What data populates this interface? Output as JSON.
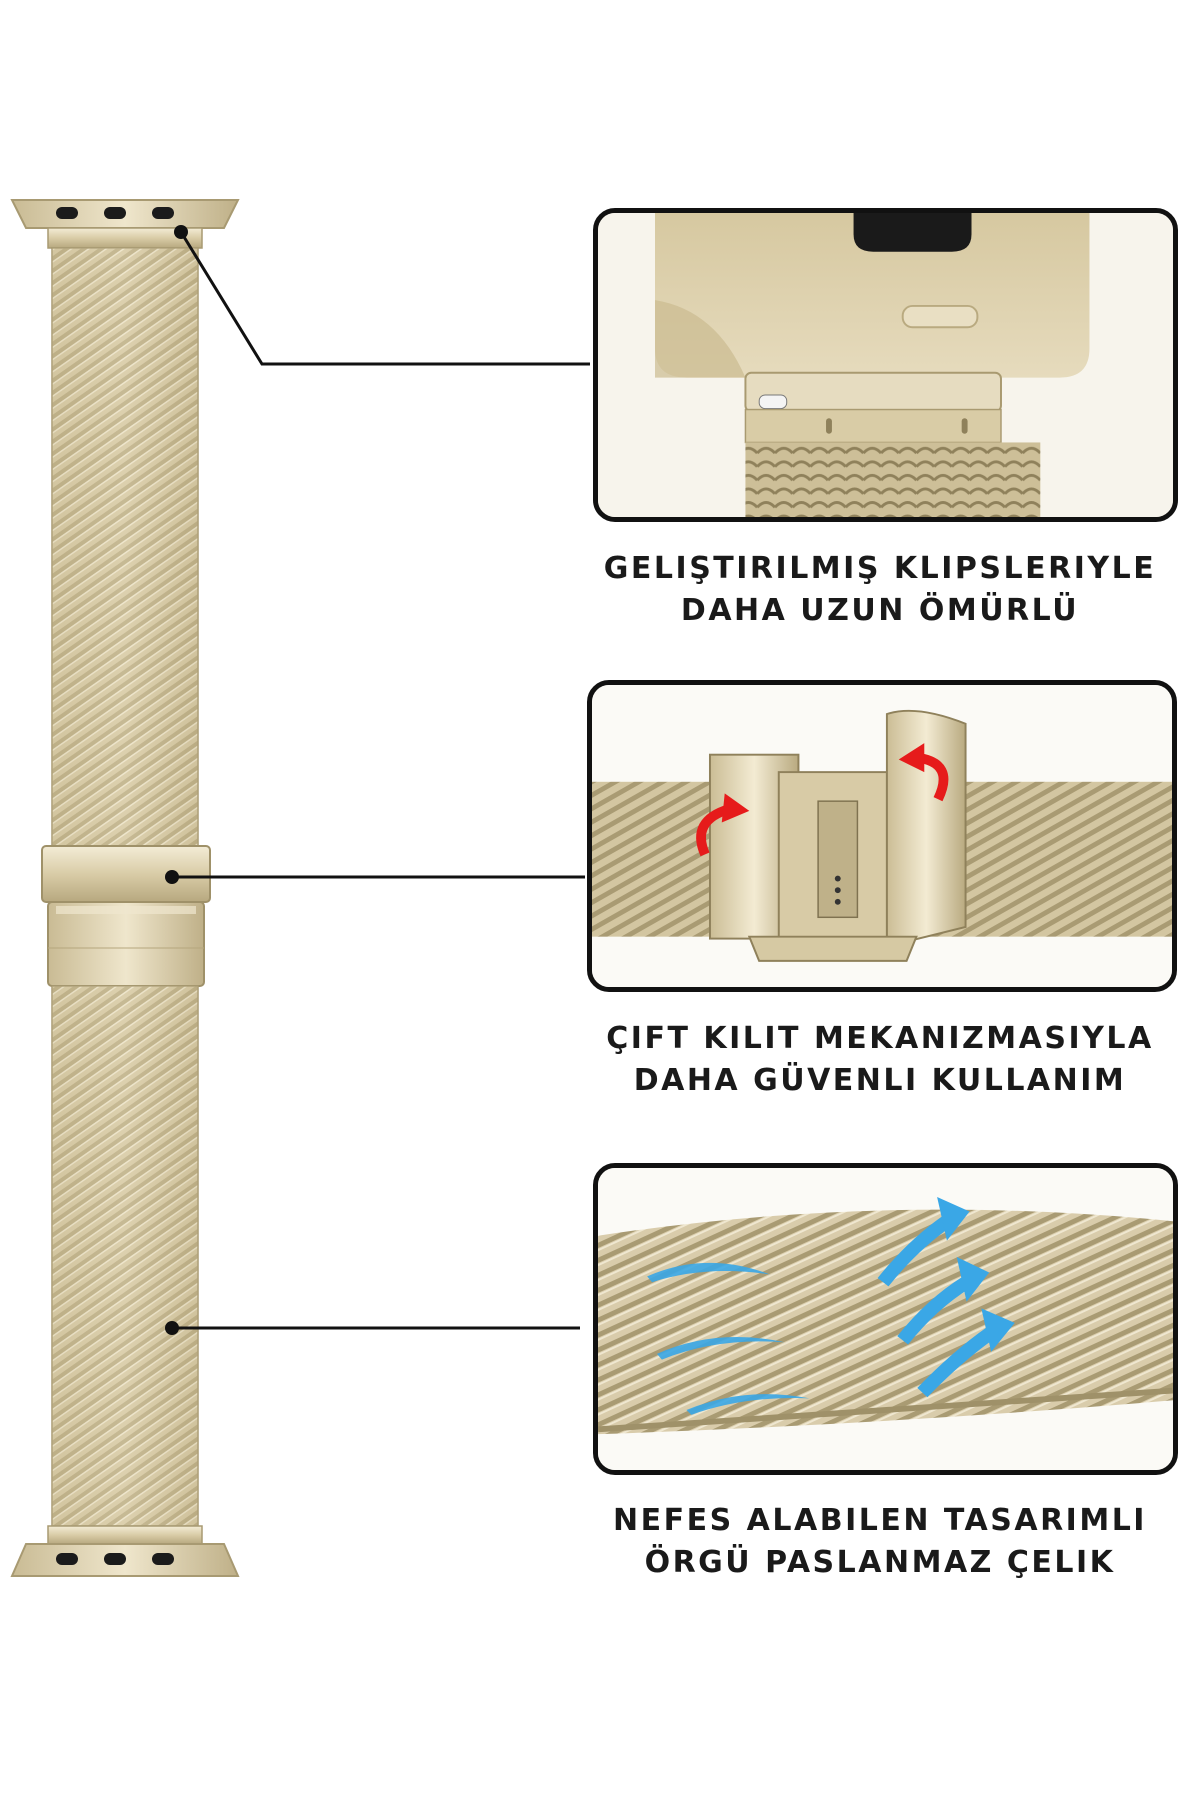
{
  "colors": {
    "champagne_gold": "#d8cba7",
    "gold_dark": "#a89a72",
    "gold_light": "#f1e9d2",
    "frame": "#111111",
    "arrow_red": "#e61b1b",
    "arrow_blue": "#3aa7e6",
    "text": "#1a1a1a"
  },
  "features": [
    {
      "icon": "watch-connector-clip",
      "caption_lines": [
        "GELIŞTIRILMIŞ KLIPSLERIYLE",
        "DAHA UZUN ÖMÜRLÜ"
      ]
    },
    {
      "icon": "double-lock-clasp",
      "caption_lines": [
        "ÇIFT KILIT MEKANIZMASIYLA",
        "DAHA GÜVENLI KULLANIM"
      ]
    },
    {
      "icon": "breathable-mesh",
      "caption_lines": [
        "NEFES ALABILEN TASARIMLI",
        "ÖRGÜ PASLANMAZ ÇELIK"
      ]
    }
  ]
}
